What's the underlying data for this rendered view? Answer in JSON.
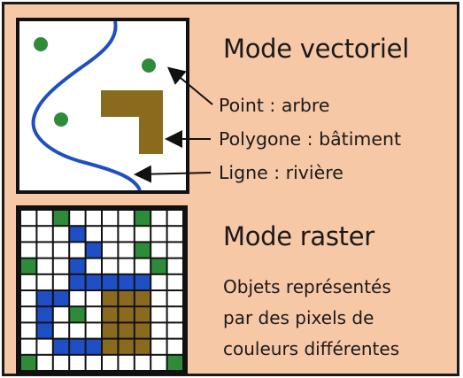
{
  "vector": {
    "title": "Mode vectoriel",
    "labels": {
      "point": "Point : arbre",
      "polygon": "Polygone : bâtiment",
      "line": "Ligne : rivière"
    }
  },
  "raster": {
    "title": "Mode raster",
    "description": [
      "Objets représentés",
      "par des pixels de",
      "couleurs différentes"
    ]
  },
  "colors": {
    "background": "#f6c8a6",
    "tree": "#2e8b3a",
    "building": "#8a6a1c",
    "river": "#1f4fc4",
    "empty_cell": "#ffffff",
    "border": "#111111"
  },
  "raster_grid": [
    "WWGWWWWGWW",
    "WWWBWWWWWW",
    "WWWWBWWGWW",
    "GWWBWWWWGW",
    "WWWBBBBBWW",
    "WBBWWNNNWW",
    "WBWGWNNNWW",
    "WBWWWNNNWW",
    "WWBBBNNNWW",
    "GWWWWWWWWG"
  ]
}
